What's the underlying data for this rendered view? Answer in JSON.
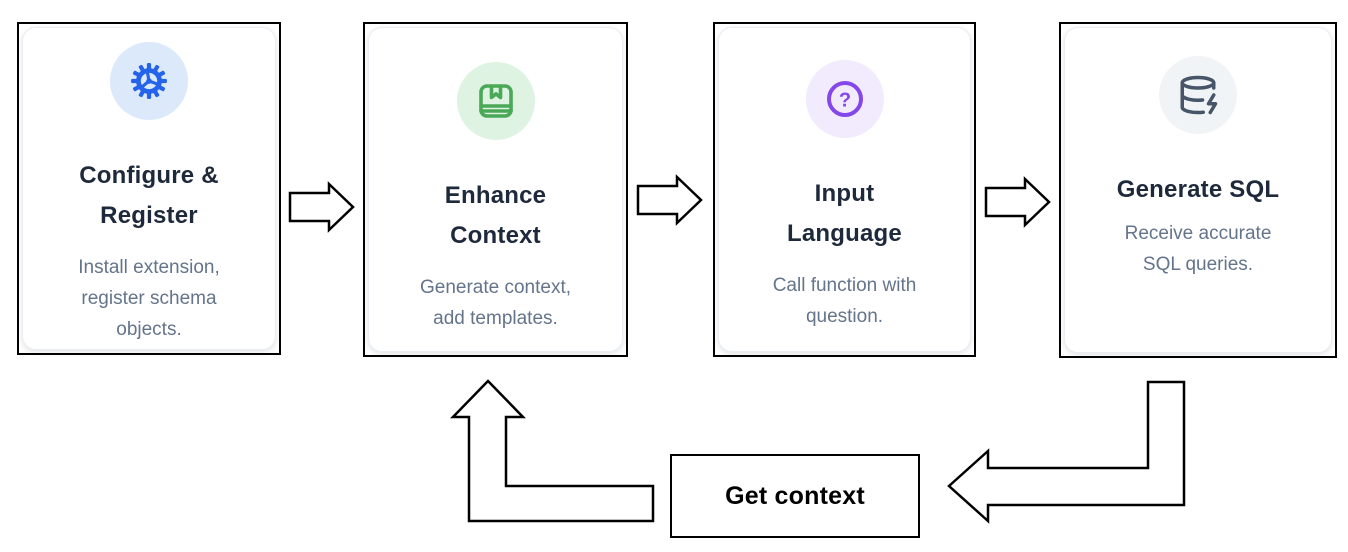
{
  "diagram": {
    "steps": [
      {
        "title": "Configure &\nRegister",
        "description": "Install extension,\nregister schema\nobjects.",
        "icon": "gear-icon",
        "icon_color": "#2563eb",
        "icon_bg": "#dbe9fb"
      },
      {
        "title": "Enhance\nContext",
        "description": "Generate context,\nadd templates.",
        "icon": "book-bookmark-icon",
        "icon_color": "#4aa957",
        "icon_bg": "#def3e2"
      },
      {
        "title": "Input\nLanguage",
        "description": "Call function with\nquestion.",
        "icon": "question-circle-icon",
        "icon_color": "#8447e9",
        "icon_bg": "#f2ebfd"
      },
      {
        "title": "Generate SQL",
        "description": "Receive accurate\nSQL queries.",
        "icon": "database-zap-icon",
        "icon_color": "#475569",
        "icon_bg": "#f1f4f6"
      }
    ],
    "loop": {
      "label": "Get context"
    },
    "colors": {
      "outline": "#000000",
      "title_text": "#1e293b",
      "description_text": "#64748b",
      "card_bg": "#ffffff"
    }
  }
}
